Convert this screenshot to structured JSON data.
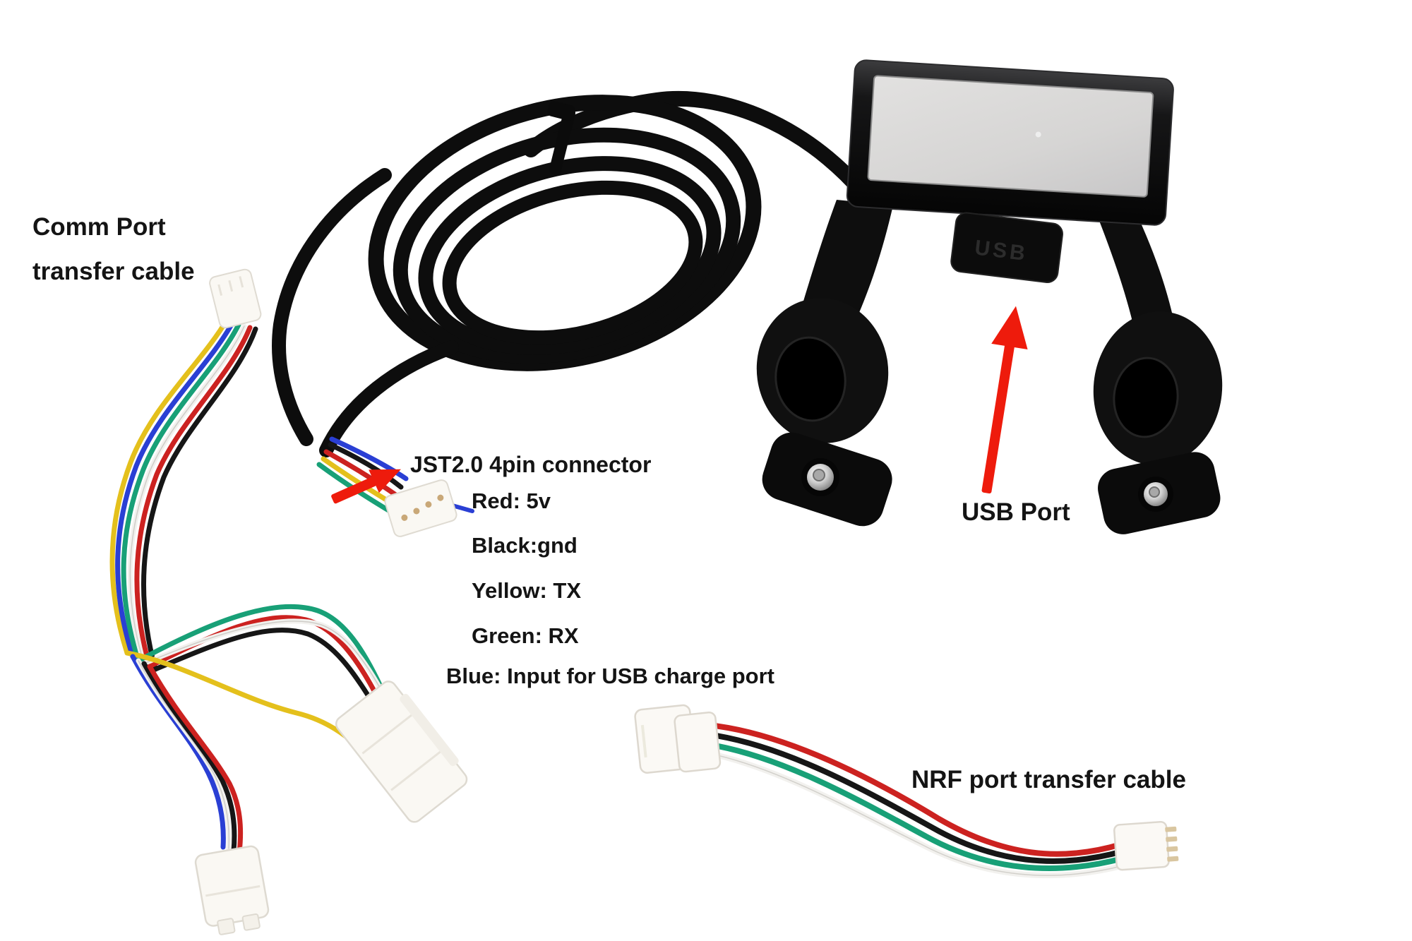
{
  "labels": {
    "comm_port_line1": "Comm Port",
    "comm_port_line2": "transfer cable",
    "jst_connector": "JST2.0 4pin connector",
    "usb_port": "USB Port",
    "nrf_cable": "NRF port transfer cable"
  },
  "pinout": {
    "lines": [
      "Red: 5v",
      "Black:gnd",
      "Yellow: TX",
      "Green: RX",
      "Blue: Input for USB charge port"
    ]
  },
  "device": {
    "usb_cover_label": "USB"
  },
  "colors": {
    "arrow_red": "#ee1b0c",
    "wire_red": "#cc2220",
    "wire_black": "#161616",
    "wire_yellow": "#e4c01c",
    "wire_green": "#18a077",
    "wire_blue": "#2a3fd4",
    "wire_white": "#f2f1ee",
    "device_black": "#101010",
    "screen_gray": "#d8d7d6",
    "connector_white": "#faf8f3"
  }
}
